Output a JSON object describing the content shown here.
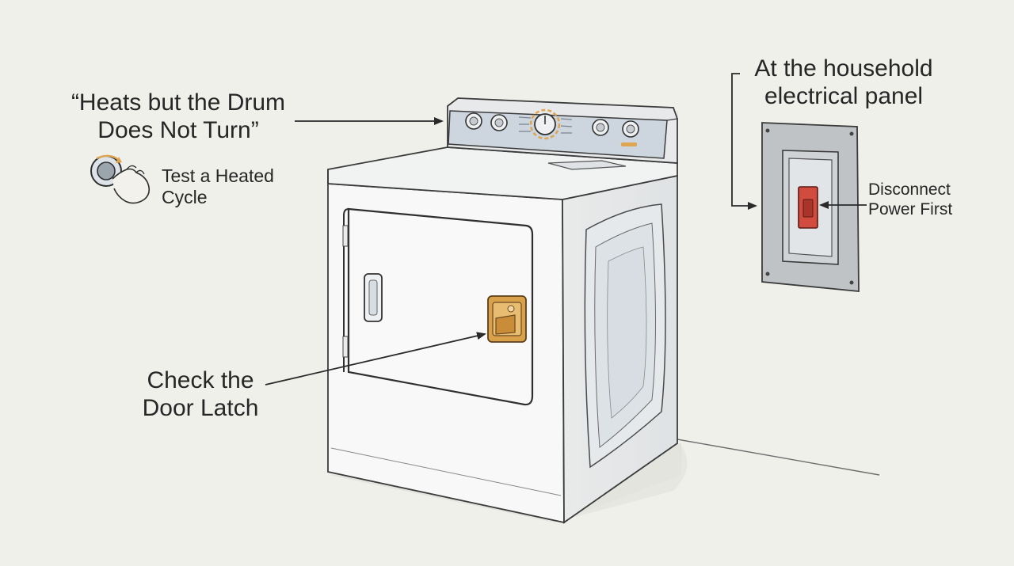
{
  "labels": {
    "symptom_line1": "“Heats but the Drum",
    "symptom_line2": "Does Not Turn”",
    "test_line1": "Test a Heated",
    "test_line2": "Cycle",
    "latch_line1": "Check the",
    "latch_line2": "Door Latch",
    "panel_line1": "At the household",
    "panel_line2": "electrical panel",
    "disconnect_line1": "Disconnect",
    "disconnect_line2": "Power First"
  },
  "colors": {
    "background": "#f0f0eb",
    "latch_accent": "#d9a14a",
    "breaker_switch": "#d24b3f",
    "ink": "#2a2a2a"
  }
}
